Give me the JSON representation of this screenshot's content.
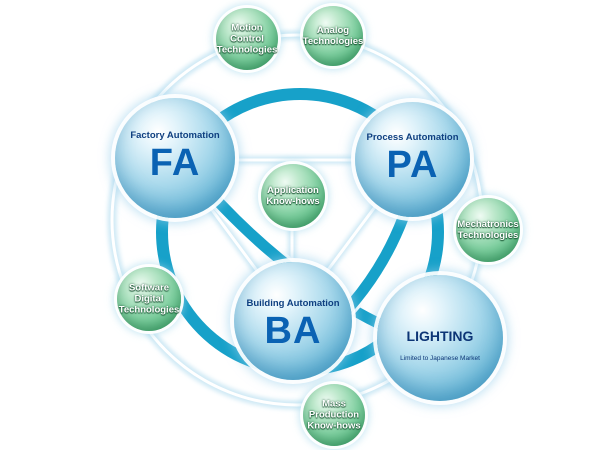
{
  "nodes": {
    "fa": {
      "subtitle": "Factory Automation",
      "abbr": "FA"
    },
    "pa": {
      "subtitle": "Process Automation",
      "abbr": "PA"
    },
    "ba": {
      "subtitle": "Building Automation",
      "abbr": "BA"
    },
    "lighting": {
      "title": "LIGHTING",
      "note": "Limited to Japanese Market"
    }
  },
  "technologies": {
    "motion_control": [
      "Motion",
      "Control",
      "Technologies"
    ],
    "analog": [
      "Analog",
      "Technologies"
    ],
    "application": [
      "Application",
      "Know-hows"
    ],
    "mechatronics": [
      "Mechatronics",
      "Technologies"
    ],
    "software_digital": [
      "Software",
      "Digital",
      "Technologies"
    ],
    "mass_production": [
      "Mass",
      "Production",
      "Know-hows"
    ]
  },
  "colors": {
    "ring": "#17a1c9",
    "link": "#dcf0f8",
    "domain_sphere": "#6cb9d8",
    "tech_sphere": "#4fb27a",
    "domain_text": "#0a62b3"
  }
}
